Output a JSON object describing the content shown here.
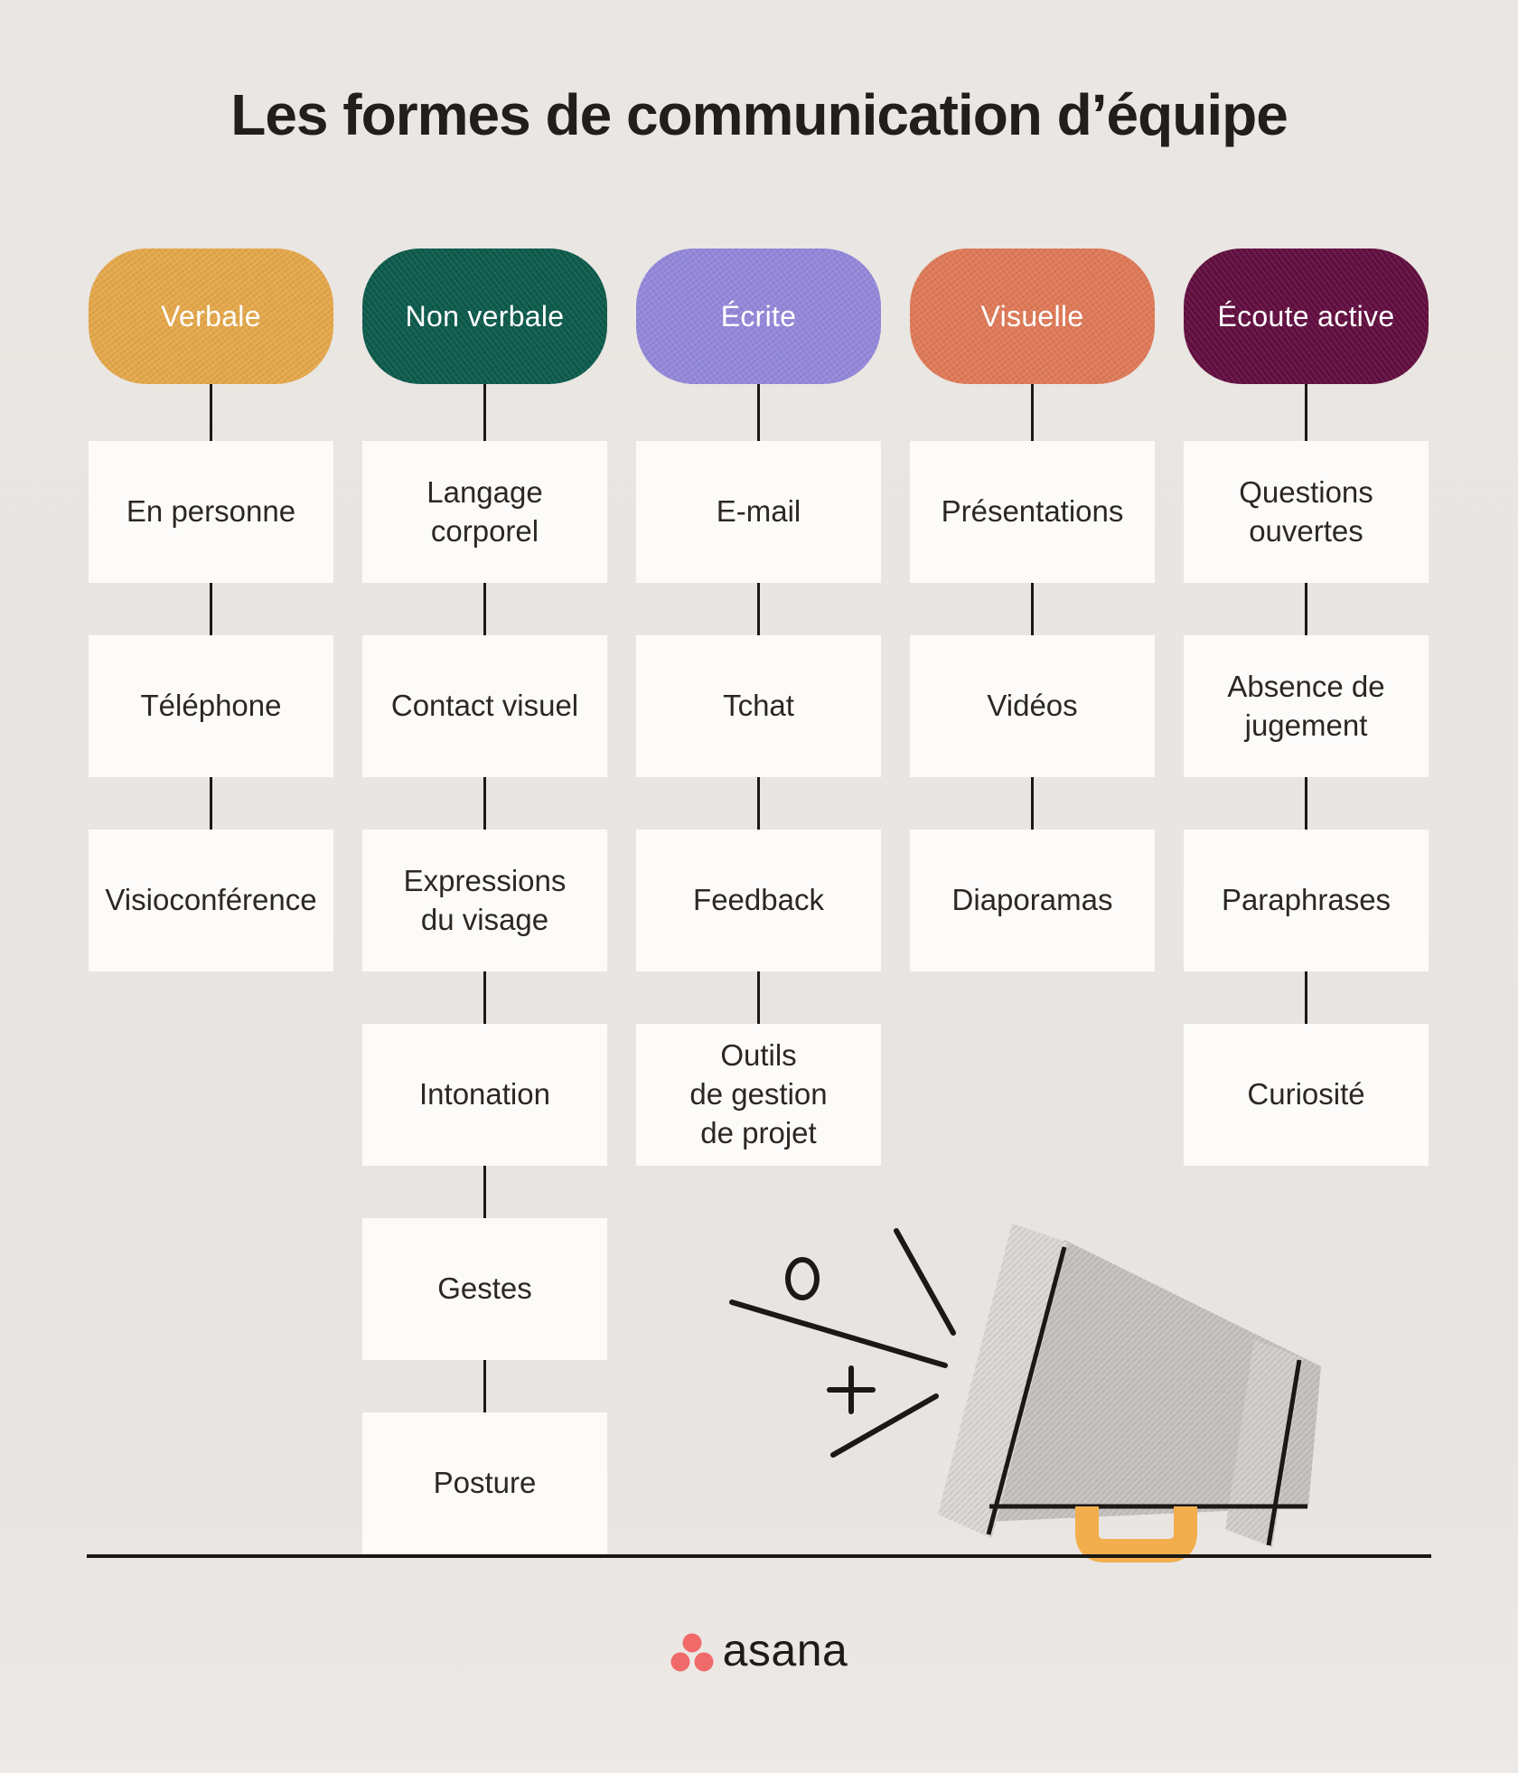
{
  "title": "Les formes de communication d’équipe",
  "columns": [
    {
      "label": "Verbale",
      "color": "#E6A84B",
      "items": [
        "En personne",
        "Téléphone",
        "Visioconférence"
      ]
    },
    {
      "label": "Non verbale",
      "color": "#0C5B4C",
      "items": [
        "Langage\ncorporel",
        "Contact visuel",
        "Expressions\ndu visage",
        "Intonation",
        "Gestes",
        "Posture"
      ]
    },
    {
      "label": "Écrite",
      "color": "#9488DB",
      "items": [
        "E-mail",
        "Tchat",
        "Feedback",
        "Outils\nde gestion\nde projet"
      ]
    },
    {
      "label": "Visuelle",
      "color": "#E07A58",
      "items": [
        "Présentations",
        "Vidéos",
        "Diaporamas"
      ]
    },
    {
      "label": "Écoute active",
      "color": "#620E40",
      "items": [
        "Questions\nouvertes",
        "Absence de\njugement",
        "Paraphrases",
        "Curiosité"
      ]
    }
  ],
  "footer": {
    "brand": "asana",
    "dot_color": "#F06A6A"
  },
  "colors": {
    "background": "#E8E4E1",
    "box": "#FCFBF9",
    "text": "#2B2823",
    "line": "#1B1816",
    "megaphone_gray": "#C7C3C0",
    "handle_yellow": "#F2AE4D"
  }
}
